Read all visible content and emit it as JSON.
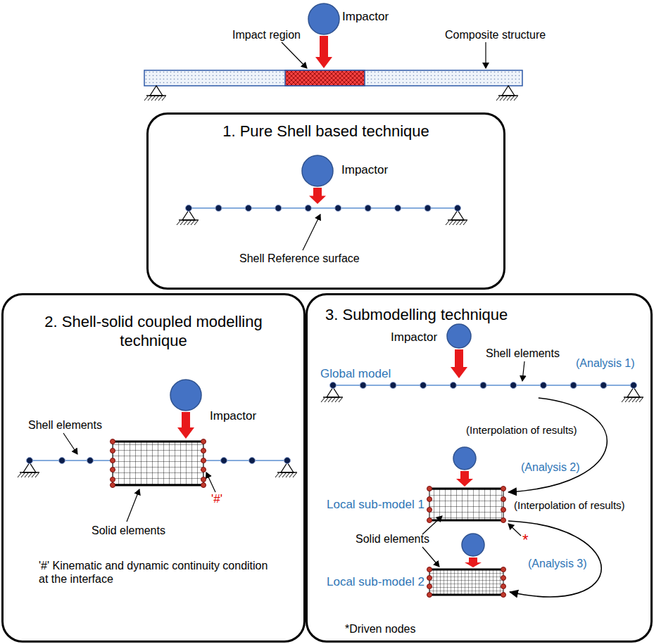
{
  "diagram": {
    "nodes": [
      {
        "text": [
          "1. Pure Shell based technique"
        ]
      },
      {
        "text": [
          "2. Shell-solid coupled modelling technique"
        ]
      },
      {
        "text": [
          "3. Submodelling technique"
        ]
      },
      {
        "text": [
          "Global model"
        ],
        "in": 2
      },
      {
        "text": [
          "Local sub-model 1"
        ],
        "in": 2
      },
      {
        "text": [
          "Local sub-model 2"
        ],
        "in": 2
      }
    ],
    "edges": [
      {
        "from": 3,
        "to": 4,
        "arrow": "to",
        "label": "(Interpolation of results)"
      },
      {
        "from": 4,
        "to": 5,
        "arrow": "to",
        "label": "(Interpolation of results)"
      }
    ],
    "labels": [
      "Impactor",
      "Impact region",
      "Composite structure",
      "Impactor",
      "Shell Reference surface",
      "Impactor",
      "Shell elements",
      "Solid elements",
      "'#'",
      "'#' Kinematic and dynamic continuity condition at the interface",
      "Impactor",
      "Shell elements",
      "(Analysis 1)",
      "(Analysis 2)",
      "Solid elements",
      "*",
      "(Analysis 3)",
      "*Driven nodes"
    ]
  }
}
